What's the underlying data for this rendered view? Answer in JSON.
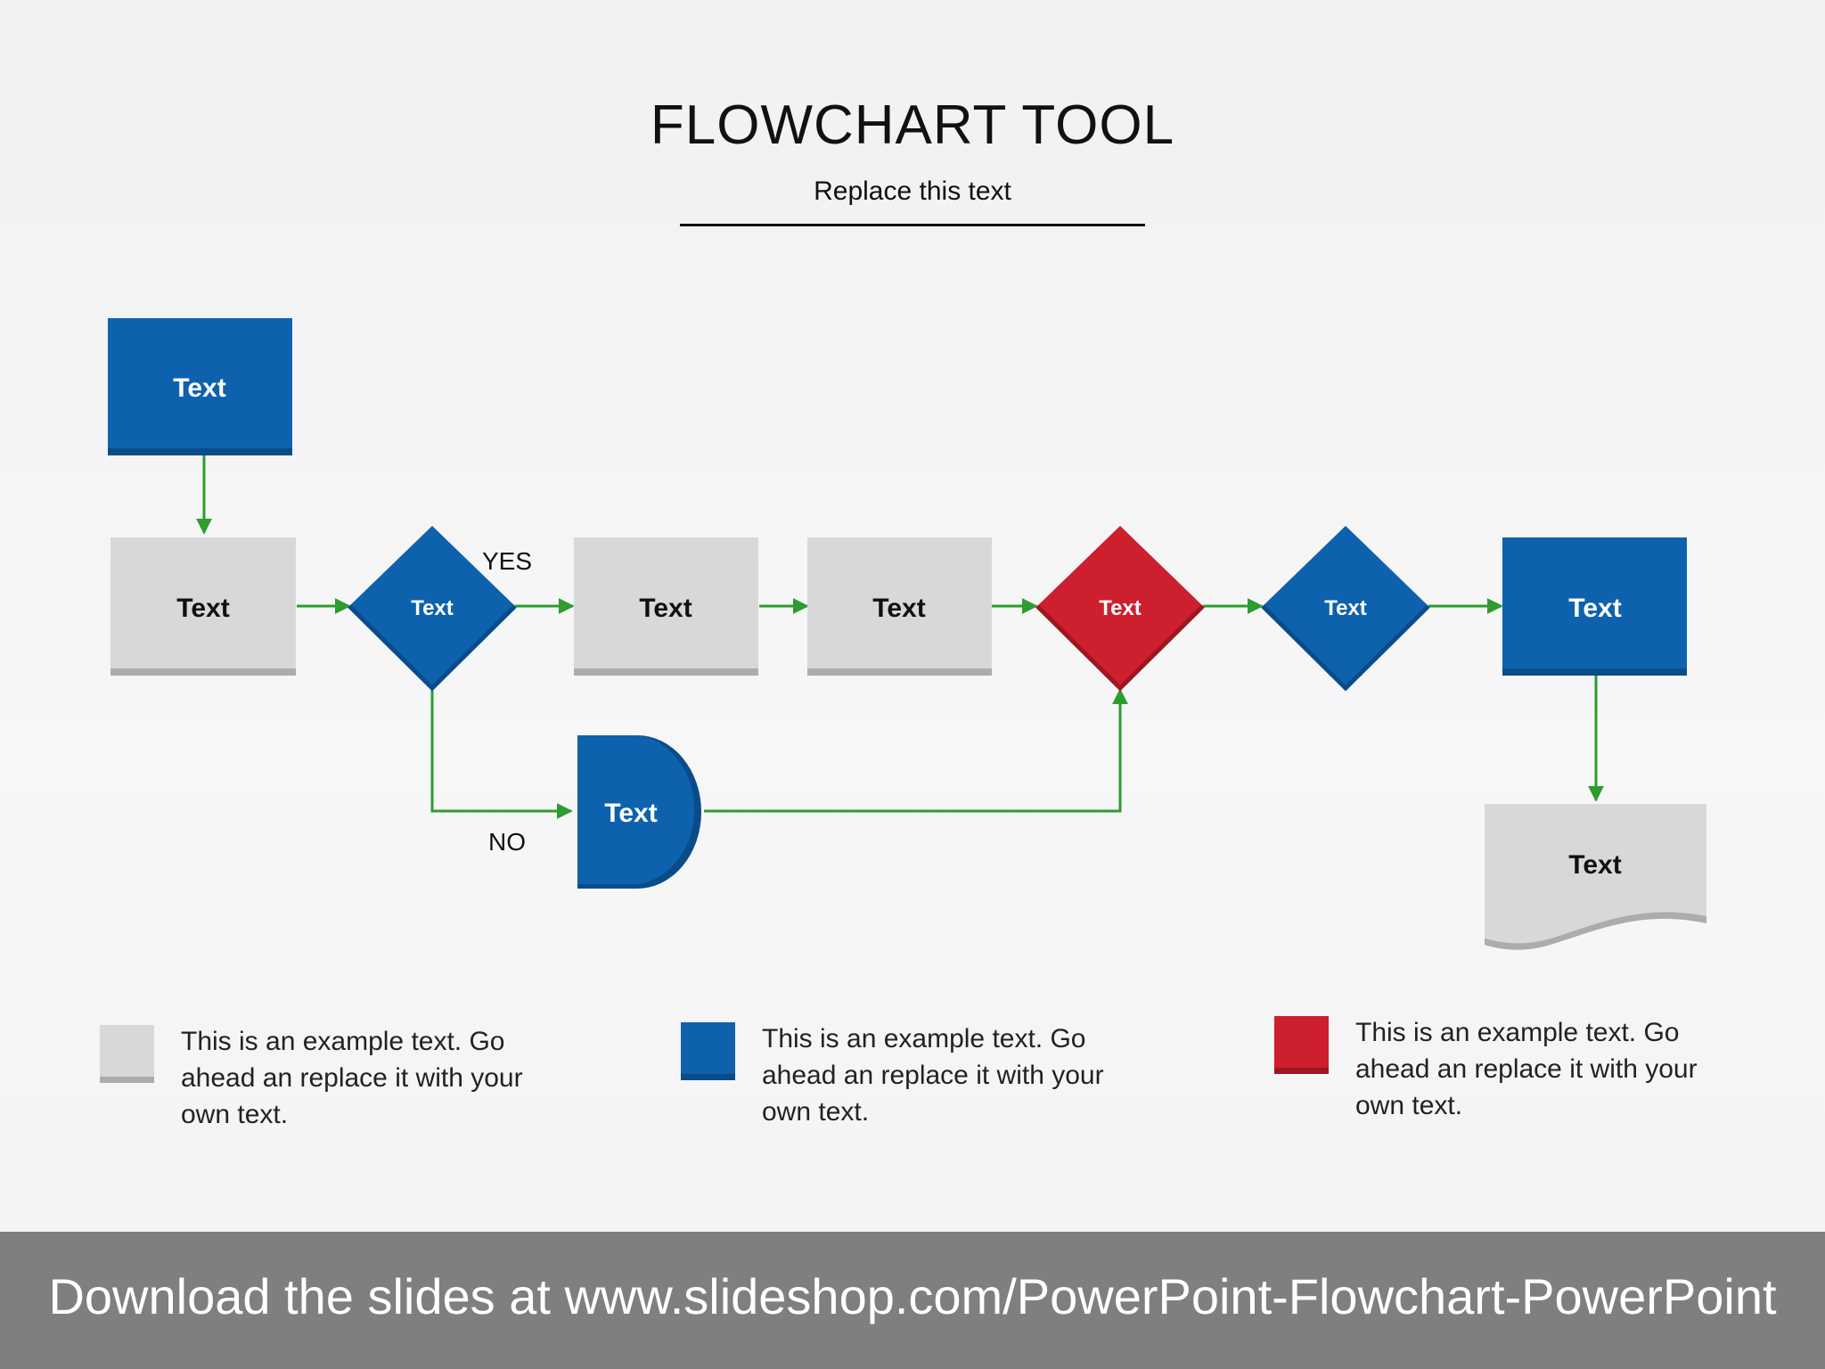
{
  "title": "FLOWCHART TOOL",
  "subtitle": "Replace this text",
  "colors": {
    "blue": "#0e62ad",
    "blue_shade": "#0a4c8a",
    "gray": "#d9d8d9",
    "gray_shade": "#acacac",
    "red": "#cd1f2d",
    "red_shade": "#9c1720",
    "connector": "#2e9c2e"
  },
  "nodes": {
    "start": "Text",
    "step1": "Text",
    "decision1": "Text",
    "step2": "Text",
    "step3": "Text",
    "decision_red": "Text",
    "decision2": "Text",
    "step4": "Text",
    "delay": "Text",
    "document": "Text"
  },
  "branches": {
    "yes": "YES",
    "no": "NO"
  },
  "legend": [
    {
      "color": "gray",
      "text": "This is an example text. Go ahead an replace it with your own text."
    },
    {
      "color": "blue",
      "text": "This is an example text. Go ahead an replace it with your own text."
    },
    {
      "color": "red",
      "text": "This is an example text. Go ahead an replace it with your own text."
    }
  ],
  "footer": "Download the slides at www.slideshop.com/PowerPoint-Flowchart-PowerPoint"
}
